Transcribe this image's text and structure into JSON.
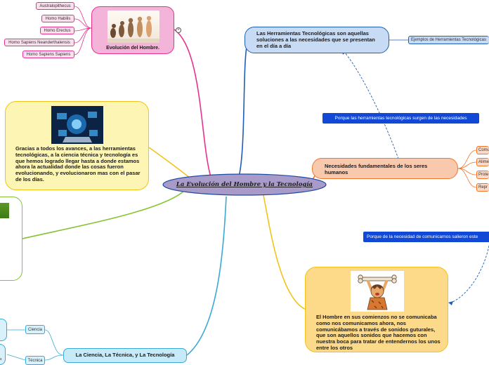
{
  "central": {
    "title": "La Evolución del Hombre y la Tecnología"
  },
  "evolution": {
    "title": "Evolución del Hombre.",
    "image": "human-evolution-image",
    "species": [
      "Australopithecus",
      "Homo Habilis",
      "Homo Erectus",
      "Homo Sapiens Neanderthalensis",
      "Homo Sapiens Sapiens"
    ]
  },
  "tools": {
    "title": "Las Herramientas Tecnológicas son aquellas soluciones a las necesidades que se presentan en el día a día",
    "child": "Ejemplos de Herramientas Tecnológicas"
  },
  "link1": {
    "label": "Porque las herramientas tecnológicas surgen de las necesidades"
  },
  "needs": {
    "title": "Necesidades fundamentales de los seres humanos",
    "children": [
      "Comu",
      "Alime",
      "Prote",
      "Repr"
    ]
  },
  "link2": {
    "label": "Porque de la necesidad de comunicarnos salieron este"
  },
  "caveman": {
    "image": "caveman-image",
    "text": "El Hombre en sus comienzos no se comunicaba como nos comunicamos ahora, nos comunicábamos a través de sonidos guturales, que son aquellos sonidos que hacemos con nuestra boca para tratar de entendernos los unos entre los otros"
  },
  "advances": {
    "image": "technology-image",
    "text": "Gracias a todos los avances, a las herramientas tecnológicas, a la ciencia técnica y tecnología es que hemos logrado llegar hasta a donde estamos ahora la actualidad donde las cosas fueron evolucionando, y evolucionaron mas con el pasar de los días."
  },
  "science": {
    "title": "La Ciencia, La Técnica, y La Tecnología",
    "children": [
      "Ciencia",
      "Técnica"
    ]
  },
  "colors": {
    "central": "#a99bc9",
    "pink": "#e8318f",
    "blue": "#1f5fb5",
    "orange": "#f0762e",
    "yellow": "#f2c318",
    "green": "#86c232",
    "cyan": "#39a9d6"
  }
}
